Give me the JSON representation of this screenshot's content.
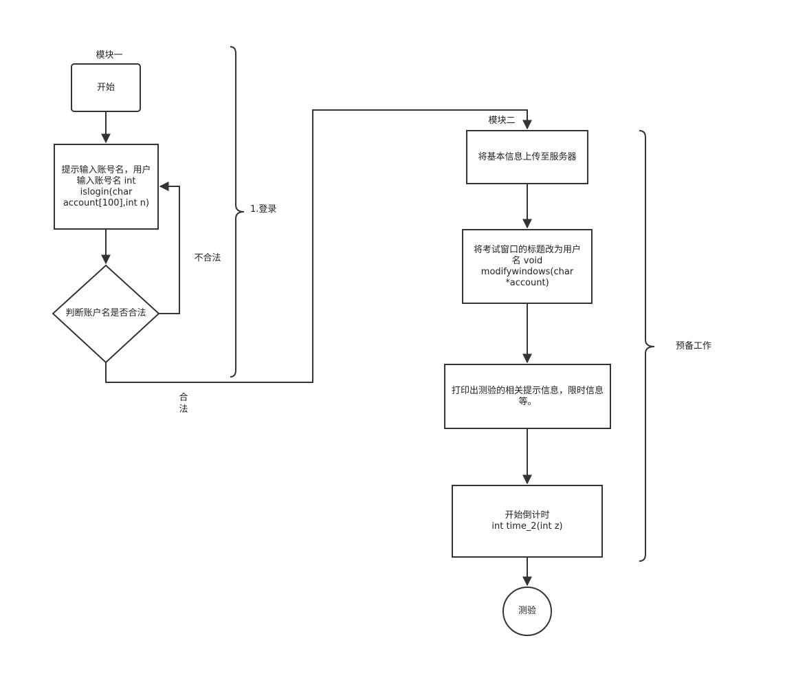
{
  "module1": {
    "title": "模块一",
    "start": "开始",
    "prompt": "提示输入账号名，用户\n输入账号名    int\nislogin(char\naccount[100],int n)",
    "decision": "判断账户名是否合法",
    "invalid_label": "不合法",
    "valid_label": "合\n法",
    "brace_label": "1.登录"
  },
  "module2": {
    "title": "模块二",
    "step1": "将基本信息上传至服务器",
    "step2": "将考试窗口的标题改为用户\n名       void\nmodifywindows(char\n*account)",
    "step3": "打印出测验的相关提示信息，限时信息\n等。",
    "step4": "开始倒计时\nint time_2(int   z)",
    "end": "测验",
    "brace_label": "预备工作"
  }
}
